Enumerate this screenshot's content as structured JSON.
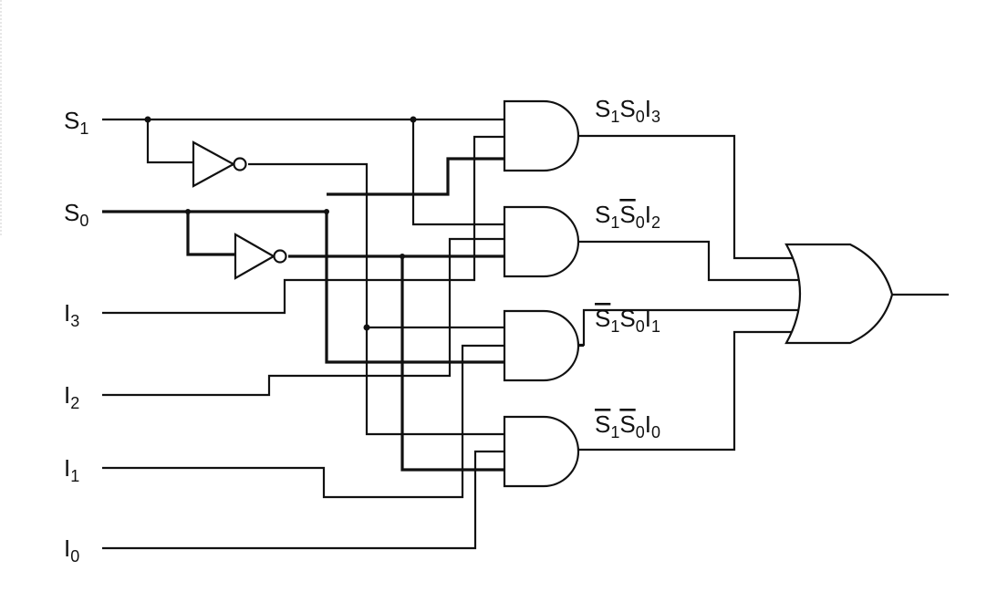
{
  "inputs": [
    {
      "base": "S",
      "sub": "1",
      "bar": false
    },
    {
      "base": "S",
      "sub": "0",
      "bar": false
    },
    {
      "base": "I",
      "sub": "3",
      "bar": false
    },
    {
      "base": "I",
      "sub": "2",
      "bar": false
    },
    {
      "base": "I",
      "sub": "1",
      "bar": false
    },
    {
      "base": "I",
      "sub": "0",
      "bar": false
    }
  ],
  "and_outputs": [
    [
      {
        "base": "S",
        "sub": "1",
        "bar": false
      },
      {
        "base": "S",
        "sub": "0",
        "bar": false
      },
      {
        "base": "I",
        "sub": "3",
        "bar": false
      }
    ],
    [
      {
        "base": "S",
        "sub": "1",
        "bar": false
      },
      {
        "base": "S",
        "sub": "0",
        "bar": true
      },
      {
        "base": "I",
        "sub": "2",
        "bar": false
      }
    ],
    [
      {
        "base": "S",
        "sub": "1",
        "bar": true
      },
      {
        "base": "S",
        "sub": "0",
        "bar": false
      },
      {
        "base": "I",
        "sub": "1",
        "bar": false
      }
    ],
    [
      {
        "base": "S",
        "sub": "1",
        "bar": true
      },
      {
        "base": "S",
        "sub": "0",
        "bar": true
      },
      {
        "base": "I",
        "sub": "0",
        "bar": false
      }
    ]
  ],
  "colors": {
    "wire": "#111111",
    "s0_highlight": "#1e9ad6",
    "s0_bar_highlight": "#a8dbe8"
  }
}
